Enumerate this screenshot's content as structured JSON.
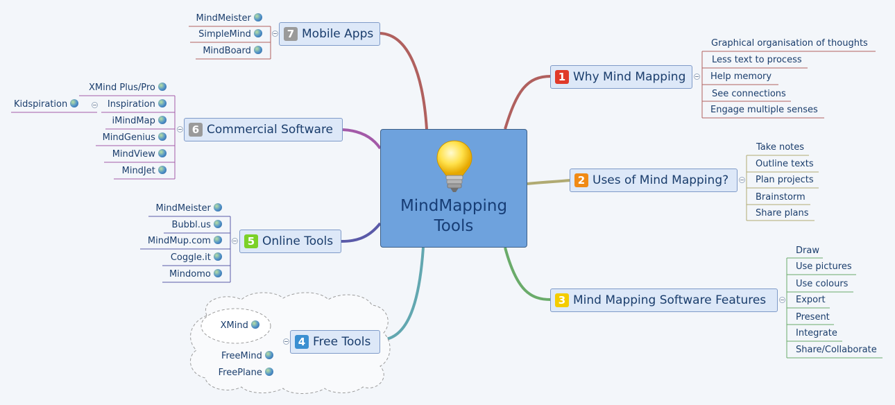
{
  "central": {
    "title_line1": "MindMapping",
    "title_line2": "Tools"
  },
  "branches": {
    "b1": {
      "num": "1",
      "label": "Why Mind Mapping",
      "color": "#e03a2a",
      "items": [
        "Graphical organisation of thoughts",
        "Less text to process",
        "Help memory",
        "See connections",
        "Engage multiple senses"
      ]
    },
    "b2": {
      "num": "2",
      "label": "Uses of Mind Mapping?",
      "color": "#f08a15",
      "items": [
        "Take notes",
        "Outline texts",
        "Plan projects",
        "Brainstorm",
        "Share plans"
      ]
    },
    "b3": {
      "num": "3",
      "label": "Mind Mapping Software Features",
      "color": "#f4cc00",
      "items": [
        "Draw",
        "Use pictures",
        "Use colours",
        "Export",
        "Present",
        "Integrate",
        "Share/Collaborate"
      ]
    },
    "b4": {
      "num": "4",
      "label": "Free Tools",
      "color": "#3b8fd1",
      "items": [
        "XMind",
        "FreeMind",
        "FreePlane"
      ]
    },
    "b5": {
      "num": "5",
      "label": "Online Tools",
      "color": "#7bd128",
      "items": [
        "MindMeister",
        "Bubbl.us",
        "MindMup.com",
        "Coggle.it",
        "Mindomo"
      ]
    },
    "b6": {
      "num": "6",
      "label": "Commercial Software",
      "color": "#9a9a9a",
      "items": [
        "XMind Plus/Pro",
        "Inspiration",
        "iMindMap",
        "MindGenius",
        "MindView",
        "MindJet"
      ],
      "sub_item": "Kidspiration"
    },
    "b7": {
      "num": "7",
      "label": "Mobile Apps",
      "color": "#9a9a9a",
      "items": [
        "MindMeister",
        "SimpleMind",
        "MindBoard"
      ]
    }
  },
  "colors": {
    "link_b1": "#b0605e",
    "link_b2": "#b0aa72",
    "link_b3": "#6aab6a",
    "link_b4": "#62a7b0",
    "link_b5": "#5a5aa8",
    "link_b6": "#a35aa8",
    "link_b7": "#b0605e"
  }
}
